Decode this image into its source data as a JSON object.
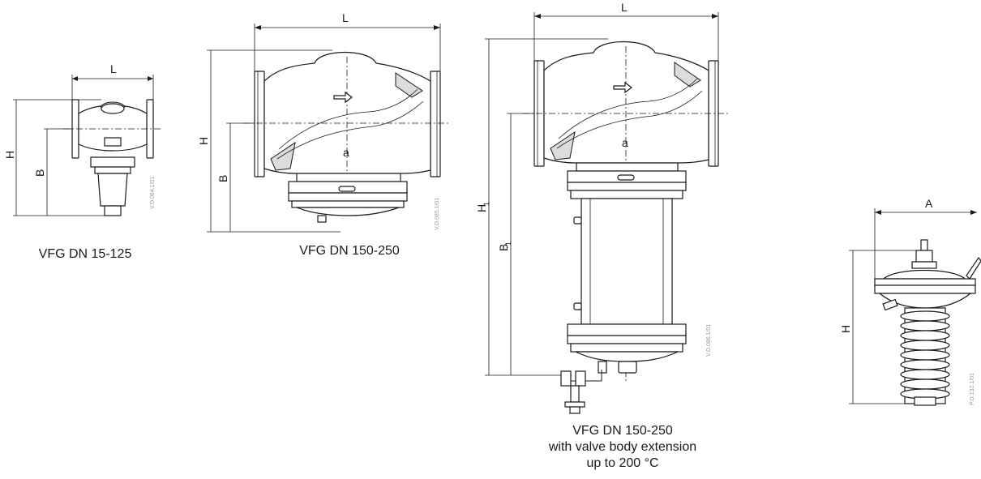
{
  "drawings": {
    "small_valve": {
      "caption": "VFG DN 15-125",
      "dim_length": "L",
      "dim_height": "H",
      "dim_base": "B",
      "code": "V.D.084.1/01"
    },
    "large_valve": {
      "caption": "VFG DN 150-250",
      "dim_length": "L",
      "dim_height": "H",
      "dim_base": "B",
      "body_mark": "a",
      "code": "V.D.085.1/01"
    },
    "extended_valve": {
      "caption_lines": [
        "VFG DN 150-250",
        "with valve body extension",
        "up to 200 °C"
      ],
      "dim_length": "L",
      "dim_height": "H",
      "dim_height_sub": "1",
      "dim_base": "B",
      "dim_base_sub": "1",
      "body_mark": "a",
      "code": "V.D.086.1/01"
    },
    "actuator": {
      "dim_width": "A",
      "dim_height": "H",
      "code": "P.D.132.1/01"
    }
  }
}
